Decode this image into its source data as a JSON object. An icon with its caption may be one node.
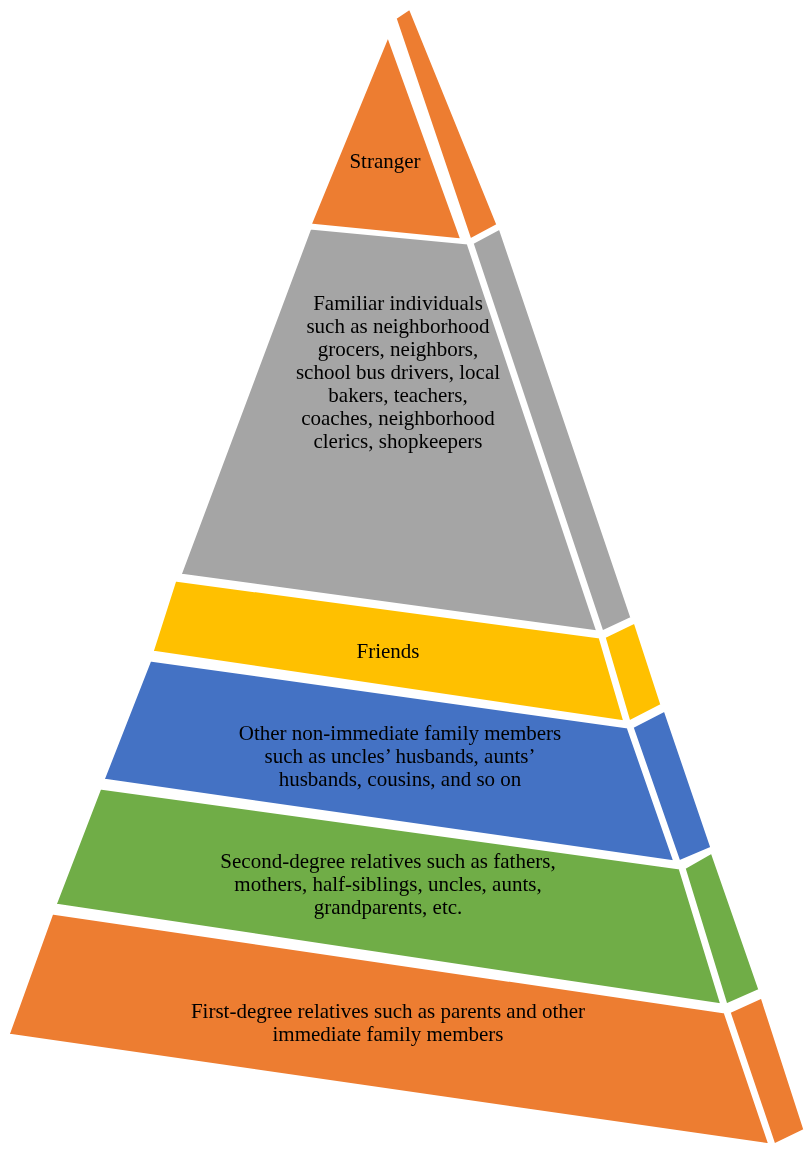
{
  "diagram": {
    "nodes": [
      {
        "text": [
          "Stranger"
        ]
      },
      {
        "text": [
          "Familiar individuals such as neighborhood grocers, neighbors, school bus drivers, local bakers, teachers, coaches, neighborhood clerics, shopkeepers"
        ]
      },
      {
        "text": [
          "Friends"
        ]
      },
      {
        "text": [
          "Other non-immediate family members such as uncles’ husbands, aunts’ husbands, cousins, and so on"
        ]
      },
      {
        "text": [
          "Second-degree relatives such as fathers, mothers, half-siblings, uncles, aunts, grandparents, etc."
        ]
      },
      {
        "text": [
          "First-degree relatives such as parents and other immediate family members"
        ]
      }
    ]
  }
}
